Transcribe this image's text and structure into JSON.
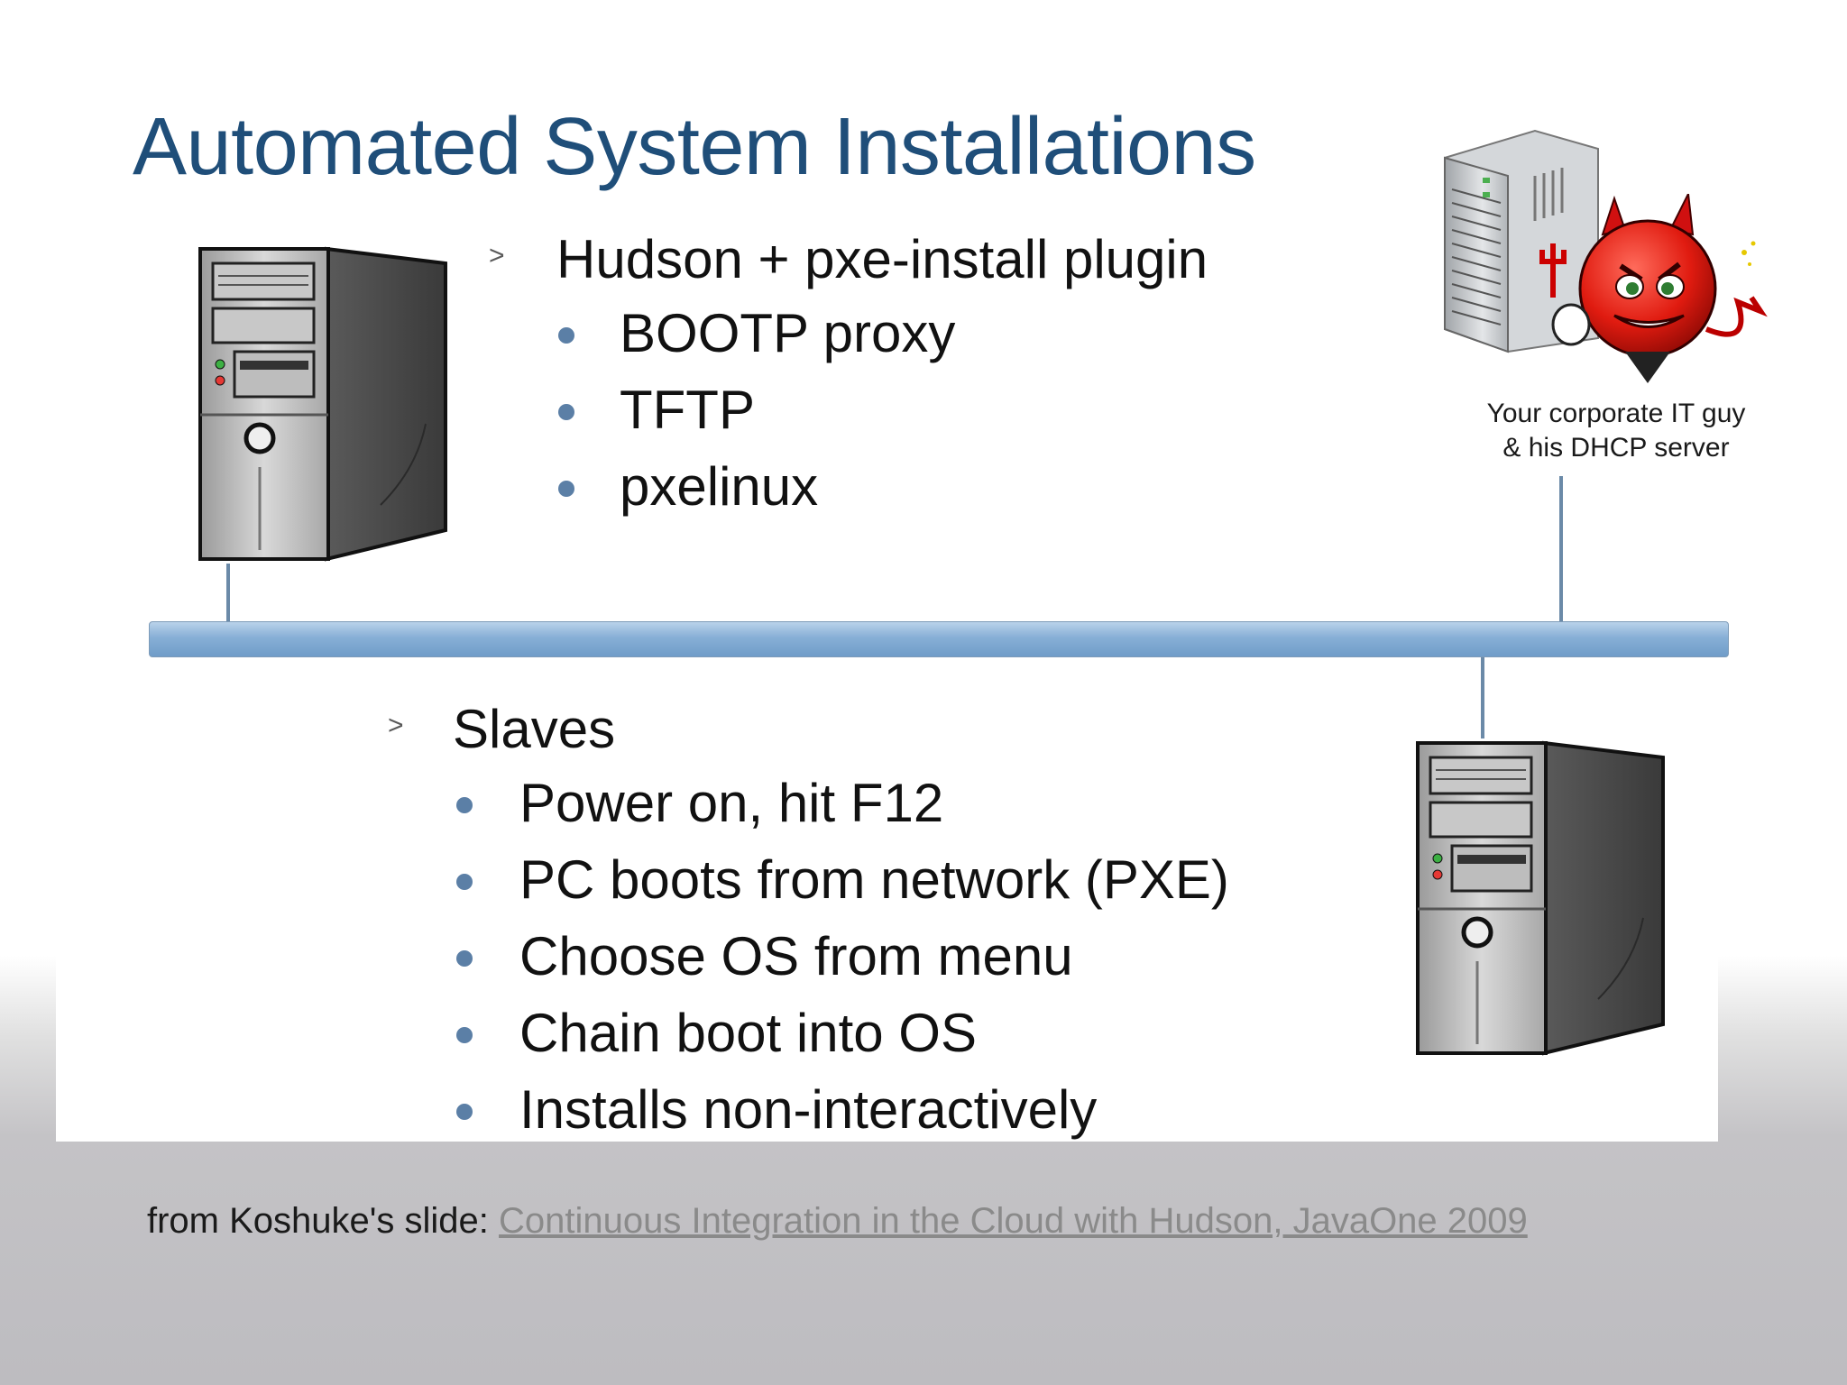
{
  "slide": {
    "title": "Automated System Installations",
    "top_section": {
      "heading": "Hudson + pxe-install plugin",
      "bullets": [
        "BOOTP proxy",
        "TFTP",
        "pxelinux"
      ]
    },
    "bottom_section": {
      "heading": "Slaves",
      "bullets": [
        "Power on, hit F12",
        "PC boots from network (PXE)",
        "Choose OS from menu",
        "Chain boot into OS",
        "Installs non-interactively"
      ]
    },
    "server_caption": [
      "Your corporate IT guy",
      "& his DHCP server"
    ],
    "chevron_glyph": ">"
  },
  "footer": {
    "prefix": "from Koshuke's slide: ",
    "link_text": "Continuous Integration in the Cloud with Hudson, JavaOne 2009"
  },
  "icons": {
    "top_pc": "desktop-tower-icon",
    "bottom_pc": "desktop-tower-icon",
    "server": "server-rack-icon",
    "devil": "devil-face-icon"
  },
  "colors": {
    "title": "#1f4e79",
    "bullet_dot": "#5b7fa6",
    "network_bar": "#87afd6",
    "link": "#8a8a8a"
  }
}
